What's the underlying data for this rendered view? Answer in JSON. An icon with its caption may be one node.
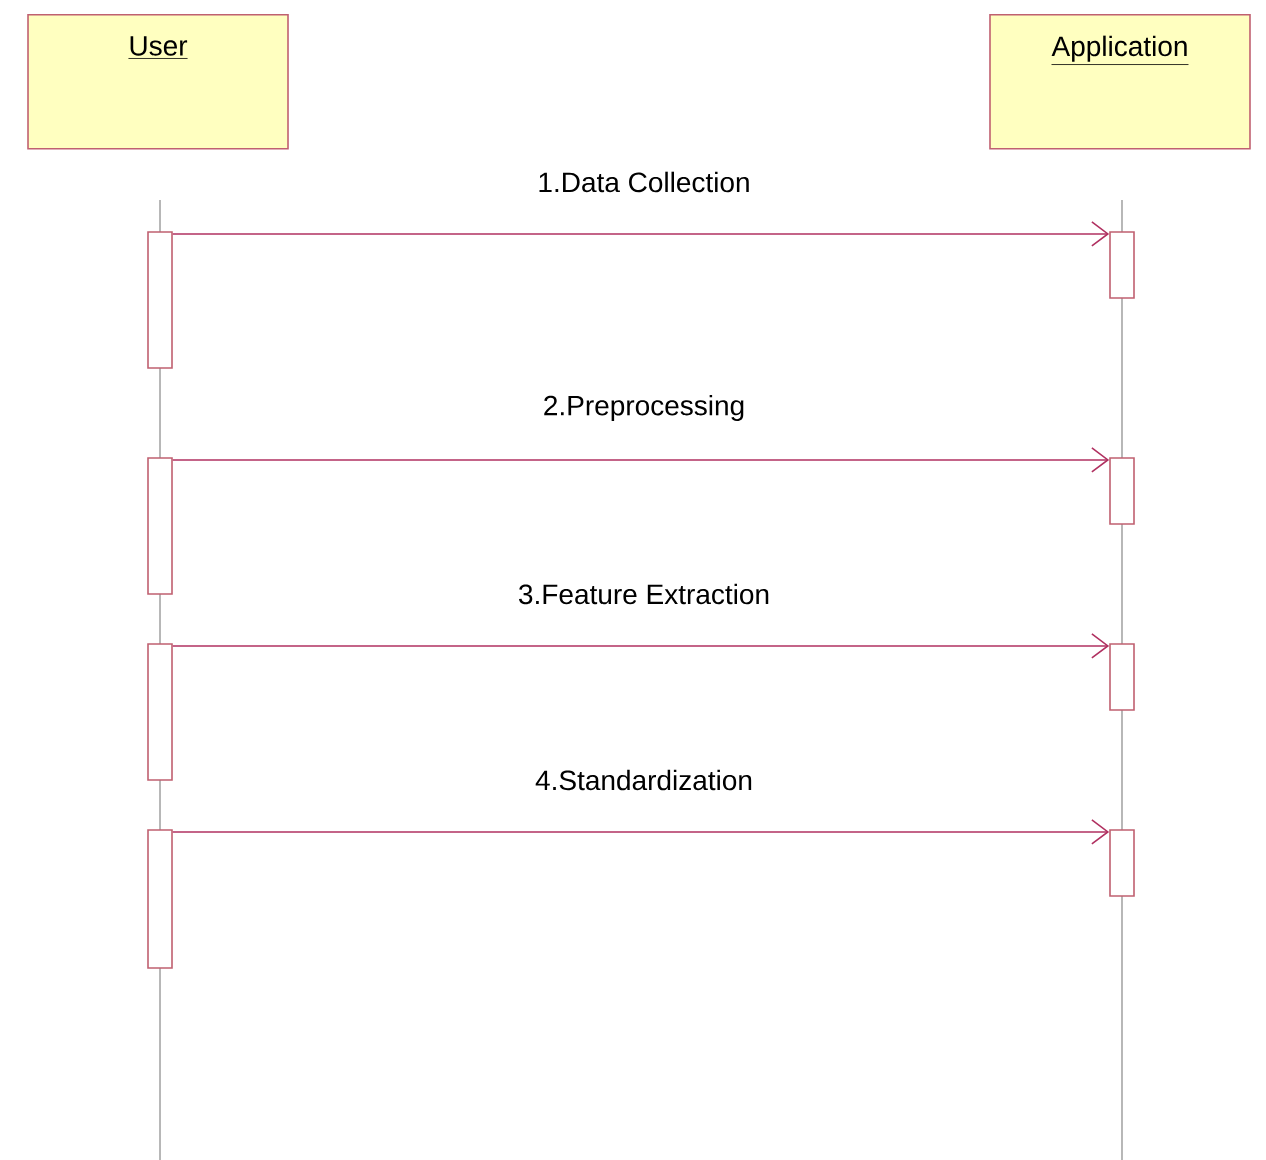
{
  "diagram": {
    "nodes": [
      {
        "text": [
          "User"
        ]
      },
      {
        "text": [
          "Application"
        ]
      },
      {
        "text": [],
        "shape": "bar"
      },
      {
        "text": [],
        "shape": "bar"
      },
      {
        "text": [],
        "shape": "bar"
      },
      {
        "text": [],
        "shape": "bar"
      },
      {
        "text": [],
        "shape": "bar"
      },
      {
        "text": [],
        "shape": "bar"
      },
      {
        "text": [],
        "shape": "bar"
      },
      {
        "text": [],
        "shape": "bar"
      }
    ],
    "edges": [
      {
        "from": 2,
        "to": 3,
        "arrow": "to",
        "label": "1.Data Collection"
      },
      {
        "from": 4,
        "to": 5,
        "arrow": "to",
        "label": "2.Preprocessing"
      },
      {
        "from": 6,
        "to": 7,
        "arrow": "to",
        "label": "3.Feature Extraction"
      },
      {
        "from": 8,
        "to": 9,
        "arrow": "to",
        "label": "4.Standardization"
      }
    ]
  }
}
